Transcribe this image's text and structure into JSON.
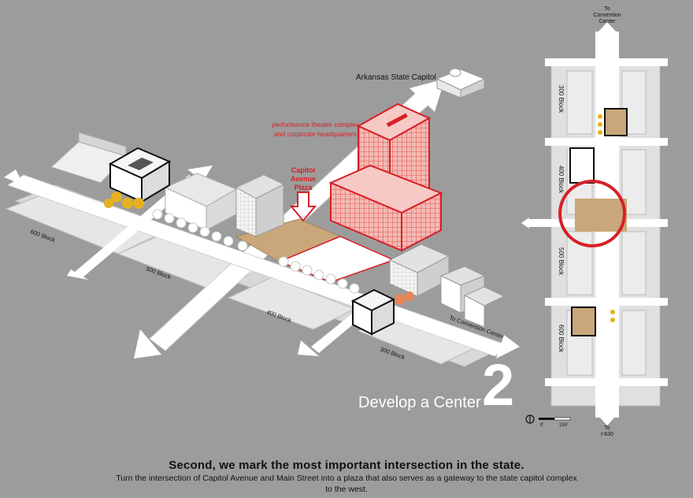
{
  "plan": {
    "top_label_line1": "To",
    "top_label_line2": "Convention",
    "top_label_line3": "Center",
    "bottom_label_line1": "To",
    "bottom_label_line2": "I-630",
    "block_labels": [
      "300 Block",
      "400 Block",
      "500 Block",
      "600 Block"
    ],
    "scale_zero": "0'",
    "scale_end": "150'"
  },
  "axon": {
    "capitol_label": "Arkansas State Capitol",
    "theater_line1": "performance theater complex",
    "theater_line2": "and corporate headquarters",
    "plaza_line1": "Capitol",
    "plaza_line2": "Avenue",
    "plaza_line3": "Plaza",
    "street_blocks": [
      "600 Block",
      "500 Block",
      "400 Block",
      "300 Block"
    ],
    "convention_label": "To Convention Center"
  },
  "step": {
    "title": "Develop a Center",
    "number": "2"
  },
  "caption": {
    "headline": "Second, we mark the most important intersection in the state.",
    "line1": "Turn the intersection of Capitol Avenue and Main Street into a plaza that also serves as a gateway to the state capitol complex",
    "line2": "to the west."
  },
  "colors": {
    "background": "#9c9c9c",
    "accent_red": "#d81f26",
    "plaza_tan": "#c9a77a",
    "street_white": "#ffffff",
    "tree_yellow": "#e3b21d"
  }
}
